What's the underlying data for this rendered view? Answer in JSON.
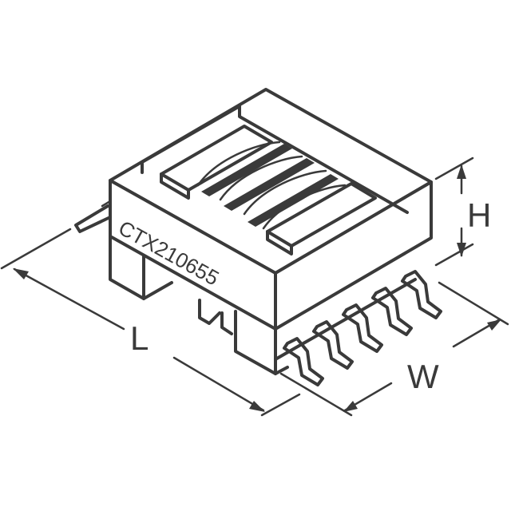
{
  "figure": {
    "type": "component outline drawing",
    "part_marking": "CTX210655",
    "dimensions": {
      "length_label": "L",
      "width_label": "W",
      "height_label": "H"
    },
    "pin_count_visible_front": 5,
    "line_color": "#3a3a3a",
    "background": "#ffffff"
  }
}
